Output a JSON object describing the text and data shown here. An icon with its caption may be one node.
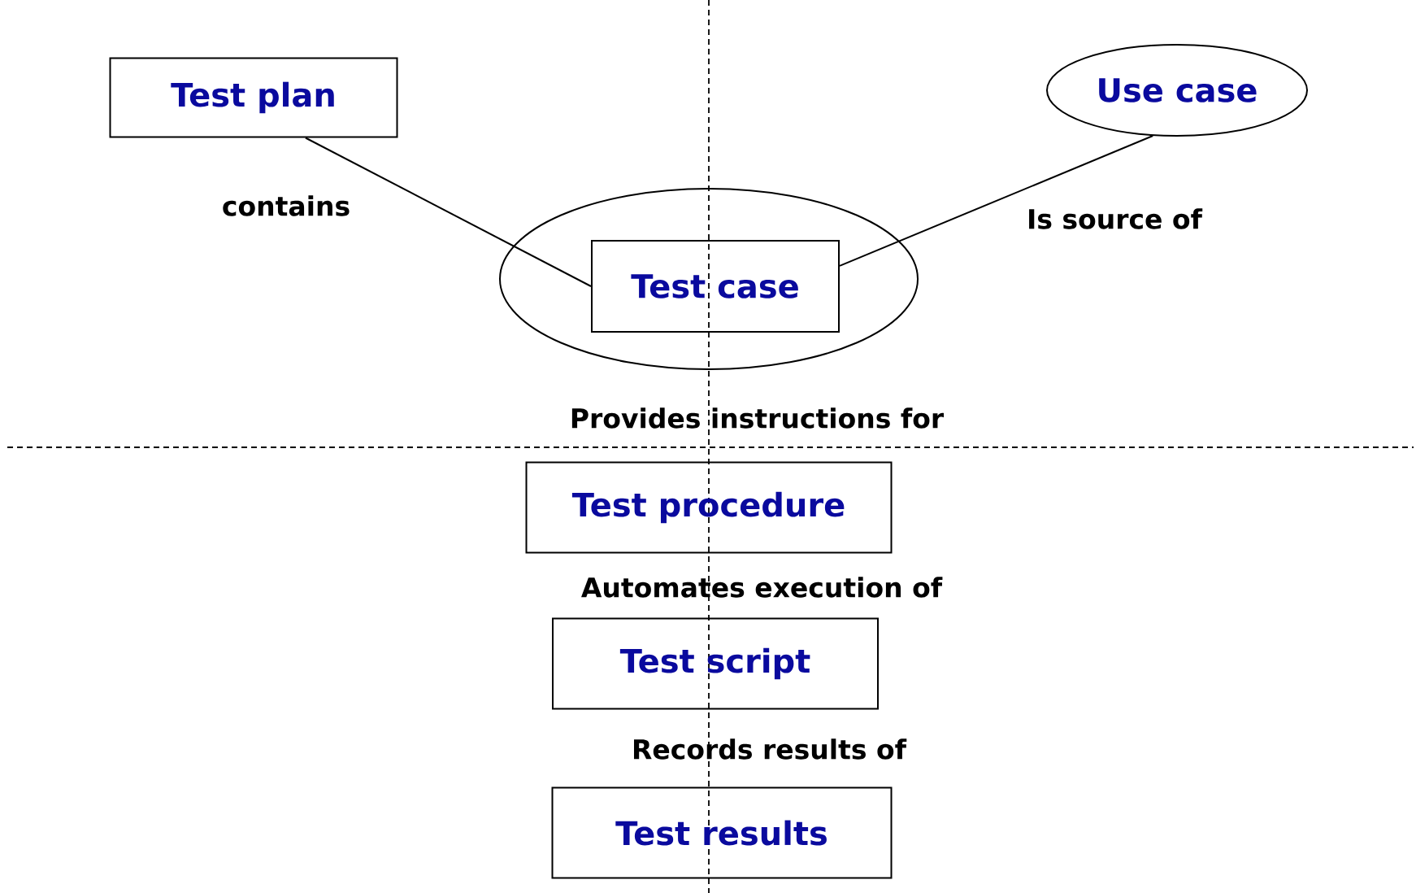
{
  "diagram": {
    "nodes": [
      {
        "text": [
          "Test plan"
        ]
      },
      {
        "text": [
          "Use case"
        ]
      },
      {
        "text": [],
        "shape": "ellipse"
      },
      {
        "text": [
          "Test case"
        ],
        "in": 2
      },
      {
        "text": [
          "Test procedure"
        ]
      },
      {
        "text": [
          "Test script"
        ]
      },
      {
        "text": [
          "Test results"
        ]
      }
    ],
    "edges": [
      {
        "from": 0,
        "to": 3,
        "arrow": "none",
        "label": "contains"
      },
      {
        "from": 1,
        "to": 3,
        "arrow": "none",
        "label": "Is source of"
      }
    ],
    "labels": [
      "Provides instructions for",
      "Automates execution of",
      "Records results of"
    ]
  }
}
